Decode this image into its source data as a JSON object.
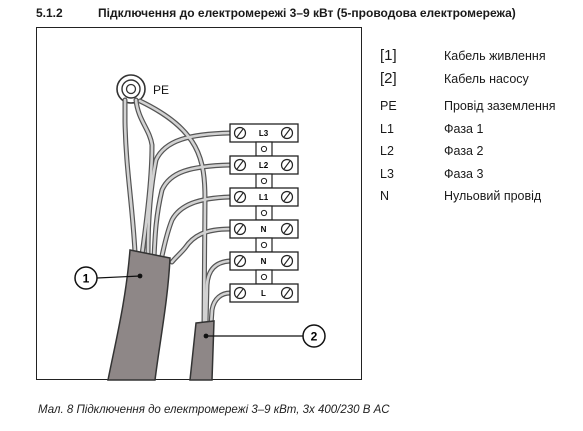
{
  "heading": {
    "number": "5.1.2",
    "title": "Підключення до електромережі 3–9 кВт (5-проводова електромережа)"
  },
  "diagram": {
    "ground_label": "PE",
    "terminals": [
      "L3",
      "L2",
      "L1",
      "N",
      "N",
      "L"
    ],
    "callouts": [
      "1",
      "2"
    ]
  },
  "legend": [
    {
      "code": "[1]",
      "desc": "Кабель живлення"
    },
    {
      "code": "[2]",
      "desc": "Кабель насосу"
    },
    {
      "code": "PE",
      "desc": "Провід заземлення"
    },
    {
      "code": "L1",
      "desc": "Фаза 1"
    },
    {
      "code": "L2",
      "desc": "Фаза 2"
    },
    {
      "code": "L3",
      "desc": "Фаза 3"
    },
    {
      "code": "N",
      "desc": "Нульовий провід"
    }
  ],
  "caption": "Мал. 8  Підключення до електромережі 3–9 кВт, 3x 400/230 В AC",
  "colors": {
    "cable_jacket": "#8e8787",
    "wire": "#b8b8b8",
    "frame": "#222222"
  }
}
